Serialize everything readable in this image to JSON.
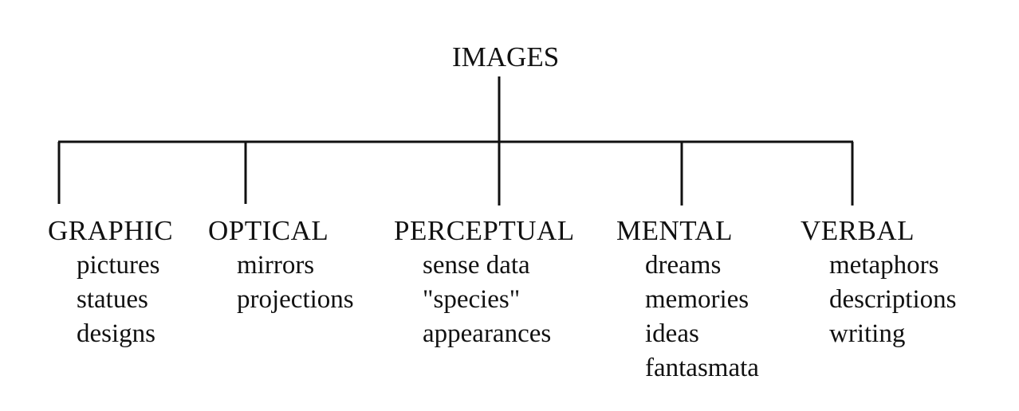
{
  "root": {
    "label": "IMAGES"
  },
  "categories": [
    {
      "label": "GRAPHIC",
      "items": [
        "pictures",
        "statues",
        "designs"
      ]
    },
    {
      "label": "OPTICAL",
      "items": [
        "mirrors",
        "projections"
      ]
    },
    {
      "label": "PERCEPTUAL",
      "items": [
        "sense data",
        "\"species\"",
        "appearances"
      ]
    },
    {
      "label": "MENTAL",
      "items": [
        "dreams",
        "memories",
        "ideas",
        "fantasmata"
      ]
    },
    {
      "label": "VERBAL",
      "items": [
        "metaphors",
        "descriptions",
        "writing"
      ]
    }
  ],
  "colors": {
    "ink": "#111111",
    "background": "#ffffff"
  }
}
